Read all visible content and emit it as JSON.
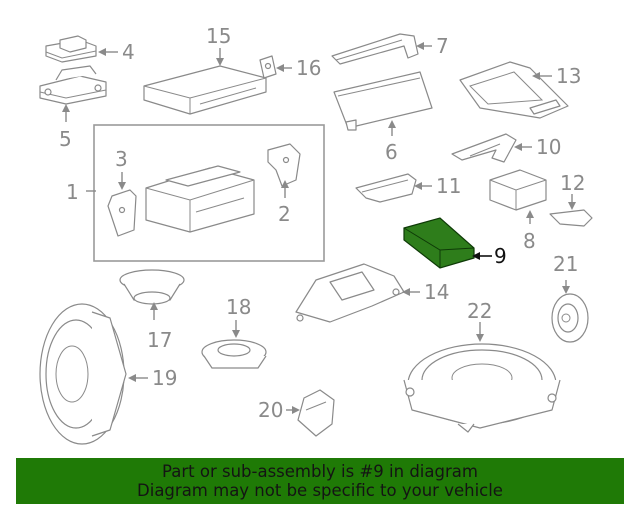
{
  "callouts": [
    {
      "id": "1",
      "label": "1"
    },
    {
      "id": "2",
      "label": "2"
    },
    {
      "id": "3",
      "label": "3"
    },
    {
      "id": "4",
      "label": "4"
    },
    {
      "id": "5",
      "label": "5"
    },
    {
      "id": "6",
      "label": "6"
    },
    {
      "id": "7",
      "label": "7"
    },
    {
      "id": "8",
      "label": "8"
    },
    {
      "id": "9",
      "label": "9"
    },
    {
      "id": "10",
      "label": "10"
    },
    {
      "id": "11",
      "label": "11"
    },
    {
      "id": "12",
      "label": "12"
    },
    {
      "id": "13",
      "label": "13"
    },
    {
      "id": "14",
      "label": "14"
    },
    {
      "id": "15",
      "label": "15"
    },
    {
      "id": "16",
      "label": "16"
    },
    {
      "id": "17",
      "label": "17"
    },
    {
      "id": "18",
      "label": "18"
    },
    {
      "id": "19",
      "label": "19"
    },
    {
      "id": "20",
      "label": "20"
    },
    {
      "id": "21",
      "label": "21"
    },
    {
      "id": "22",
      "label": "22"
    }
  ],
  "highlight": {
    "part": "9",
    "color": "#2e7d1b"
  },
  "banner": {
    "line1": "Part or sub-assembly is #9 in diagram",
    "line2": "Diagram may not be specific to your vehicle",
    "background": "#1f7a06"
  }
}
